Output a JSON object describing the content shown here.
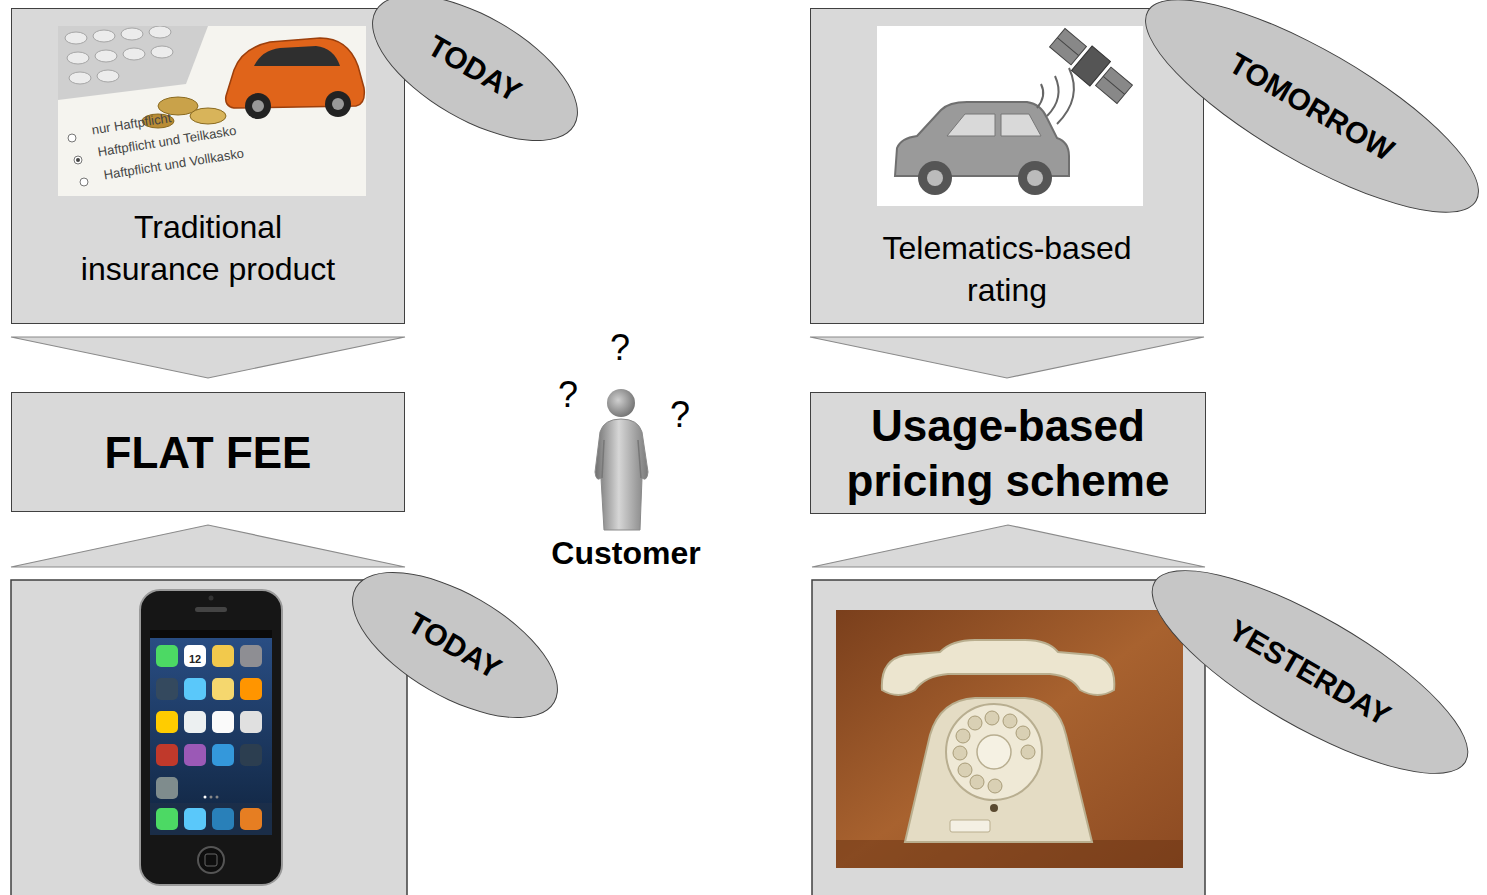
{
  "diagram": {
    "nodes": [
      {
        "text": [
          "Traditional insurance product"
        ]
      },
      {
        "text": [
          "TODAY"
        ]
      },
      {
        "text": [
          "Telematics-based rating"
        ]
      },
      {
        "text": [
          "TOMORROW"
        ]
      },
      {
        "text": [
          "FLAT FEE"
        ]
      },
      {
        "text": [
          "Usage-based pricing scheme"
        ]
      },
      {
        "text": [
          "TODAY"
        ]
      },
      {
        "text": [
          "YESTERDAY"
        ]
      }
    ],
    "edges": [
      {
        "from": 0,
        "to": 4,
        "arrow": "to"
      },
      {
        "from": 2,
        "to": 5,
        "arrow": "to"
      }
    ],
    "labels": [
      "nur Haftpflicht",
      "Haftpflicht und Teilkasko",
      "Haftpflicht und Vollkasko",
      "?",
      "?",
      "?",
      "Customer",
      "12"
    ]
  }
}
